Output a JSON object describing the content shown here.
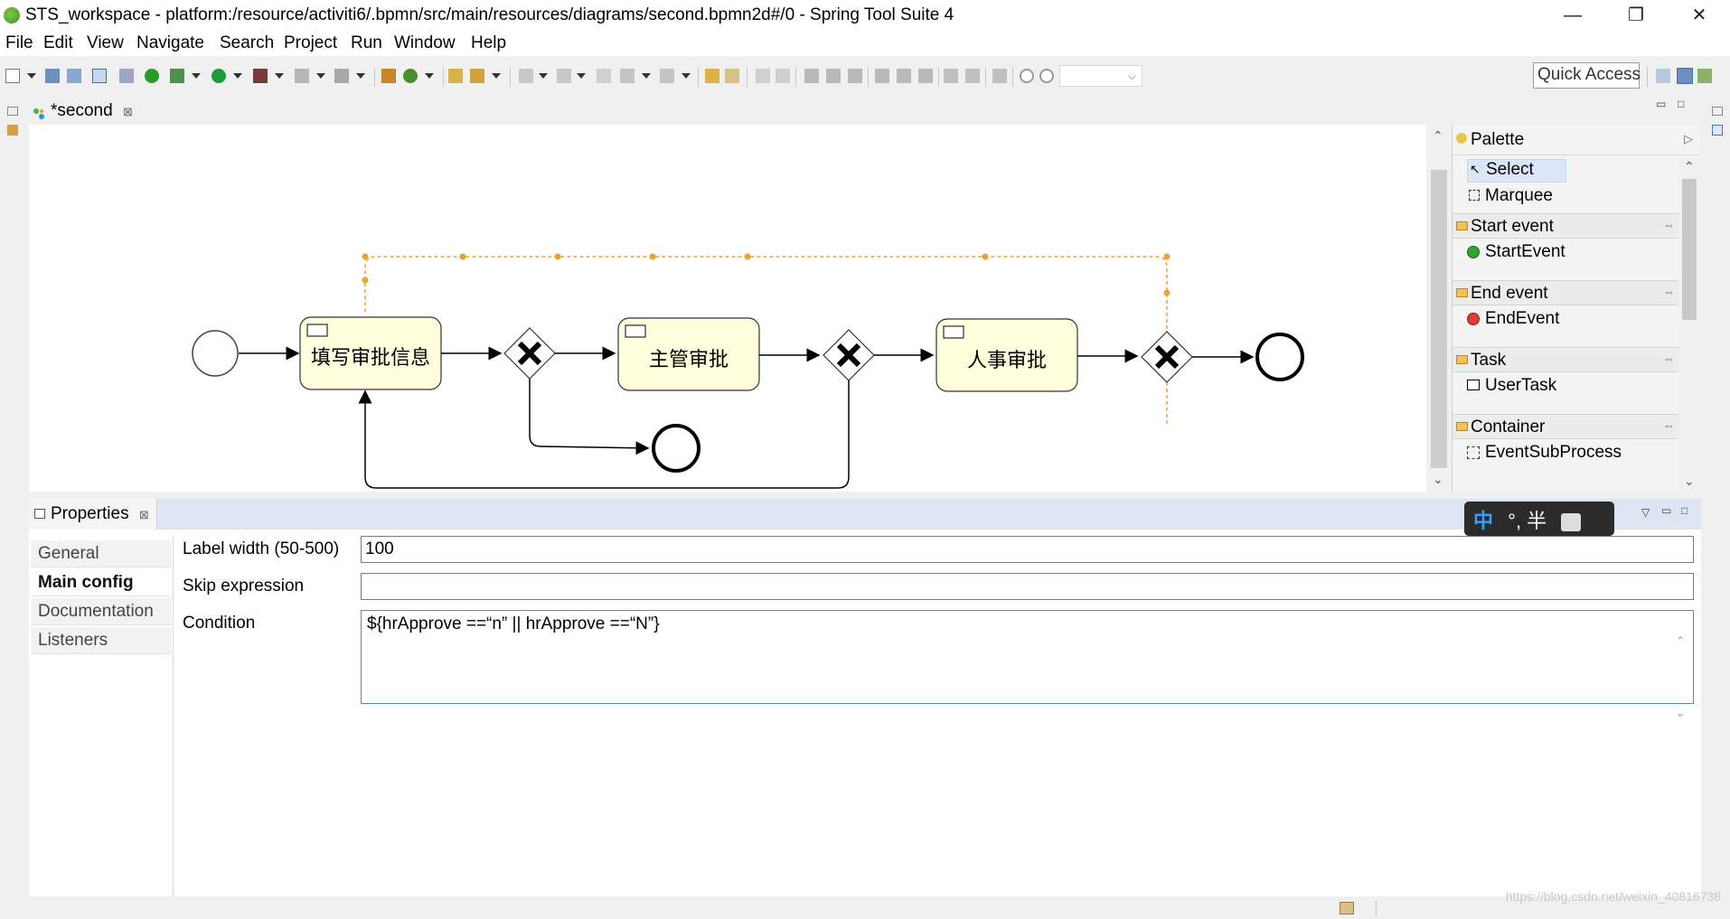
{
  "window": {
    "title": "STS_workspace - platform:/resource/activiti6/.bpmn/src/main/resources/diagrams/second.bpmn2d#/0 - Spring Tool Suite 4",
    "minimize": "—",
    "maximize": "❐",
    "close": "✕"
  },
  "menu": [
    "File",
    "Edit",
    "View",
    "Navigate",
    "Search",
    "Project",
    "Run",
    "Window",
    "Help"
  ],
  "toolbar": {
    "quick_access": "Quick Access",
    "zoom_value": ""
  },
  "editor": {
    "tab_label": "*second",
    "tab_close": "⊠"
  },
  "diagram": {
    "tasks": [
      "填写审批信息",
      "主管审批",
      "人事审批"
    ],
    "flow_color": "#000000",
    "selected_flow_color": "#f0a030",
    "task_fill": "#ffffdd"
  },
  "palette": {
    "title": "Palette",
    "tools": [
      "Select",
      "Marquee"
    ],
    "groups": [
      {
        "name": "Start event",
        "item": "StartEvent"
      },
      {
        "name": "End event",
        "item": "EndEvent"
      },
      {
        "name": "Task",
        "item": "UserTask"
      },
      {
        "name": "Container",
        "item": "EventSubProcess"
      }
    ]
  },
  "properties": {
    "tab_label": "Properties",
    "tab_close": "⊠",
    "nav": [
      "General",
      "Main config",
      "Documentation",
      "Listeners"
    ],
    "active_nav": "Main config",
    "fields": {
      "label_width_label": "Label width (50-500)",
      "label_width_value": "100",
      "skip_expression_label": "Skip expression",
      "skip_expression_value": "",
      "condition_label": "Condition",
      "condition_value": "${hrApprove ==“n” || hrApprove ==“N”}"
    }
  },
  "ime": {
    "mode": "中",
    "symbols": "°, 半"
  },
  "watermark": "https://blog.csdn.net/weixin_40816738"
}
